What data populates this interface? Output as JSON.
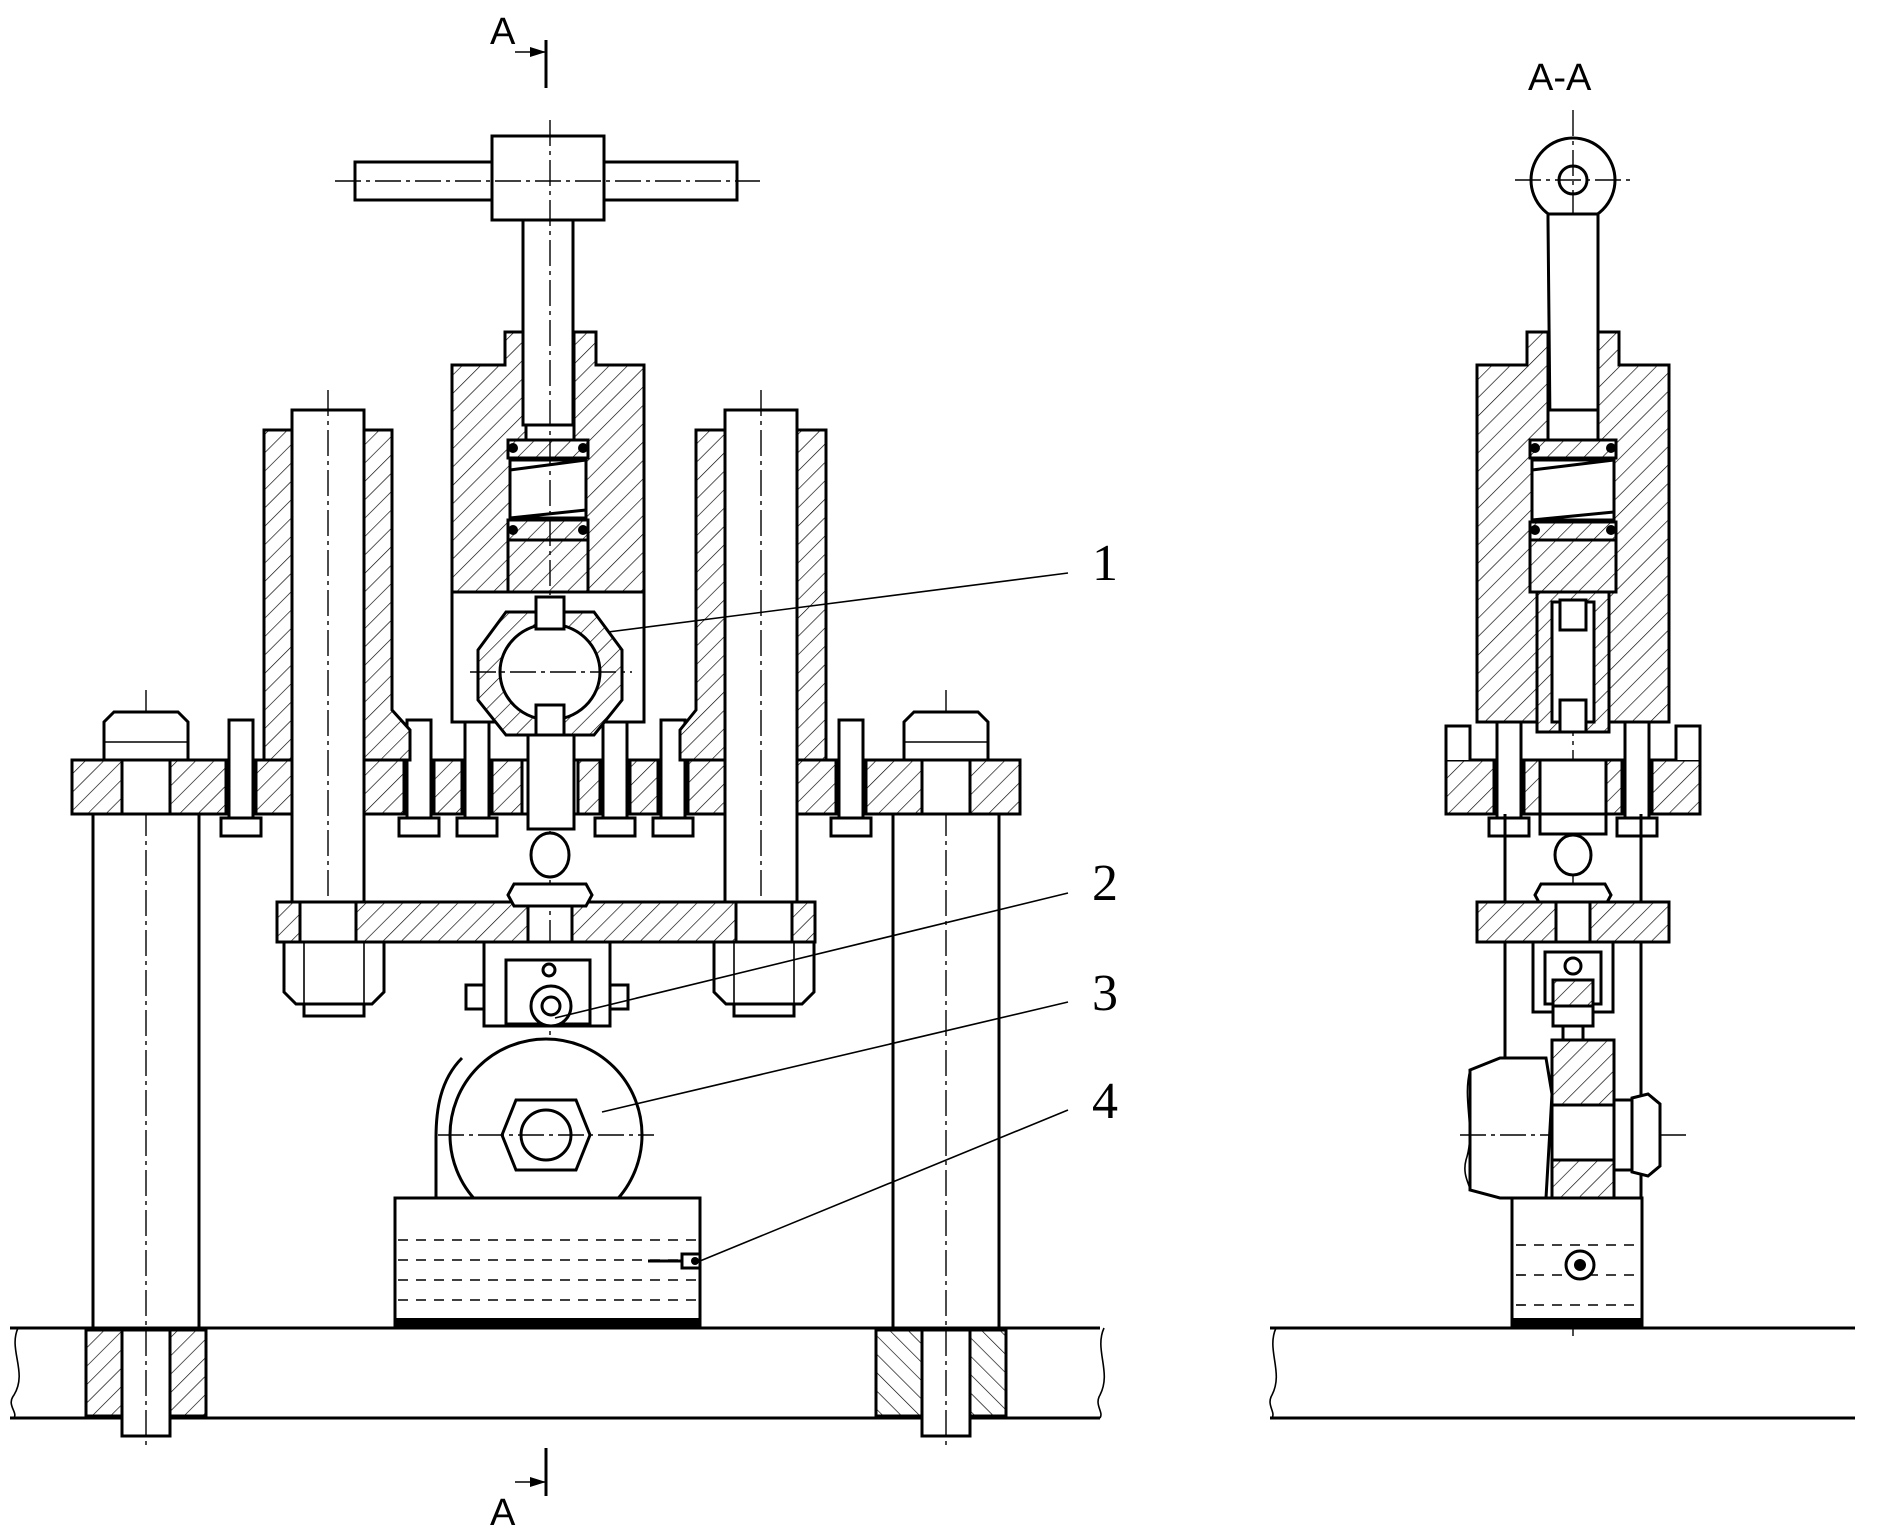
{
  "section_marks": {
    "top": "A",
    "bottom": "A",
    "view_title": "A-A"
  },
  "callouts": [
    "1",
    "2",
    "3",
    "4"
  ]
}
